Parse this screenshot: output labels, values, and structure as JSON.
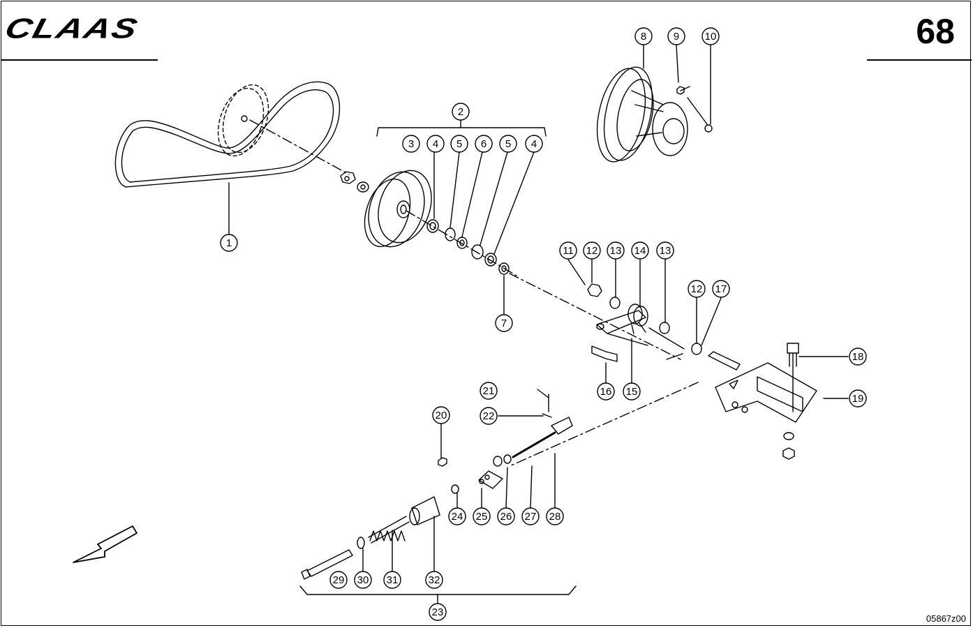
{
  "header": {
    "brand": "CLAAS",
    "page_number": "68"
  },
  "footer": {
    "drawing_ref": "05867z00"
  },
  "callouts": [
    "1",
    "2",
    "3",
    "4",
    "5",
    "6",
    "5",
    "4",
    "7",
    "8",
    "9",
    "10",
    "11",
    "12",
    "13",
    "14",
    "13",
    "12",
    "17",
    "18",
    "19",
    "16",
    "15",
    "21",
    "22",
    "20",
    "28",
    "27",
    "26",
    "25",
    "24",
    "32",
    "31",
    "30",
    "29",
    "23"
  ],
  "icons": {
    "direction_arrow": "arrow-down-left-icon"
  },
  "colors": {
    "ink": "#000000",
    "paper": "#ffffff"
  }
}
